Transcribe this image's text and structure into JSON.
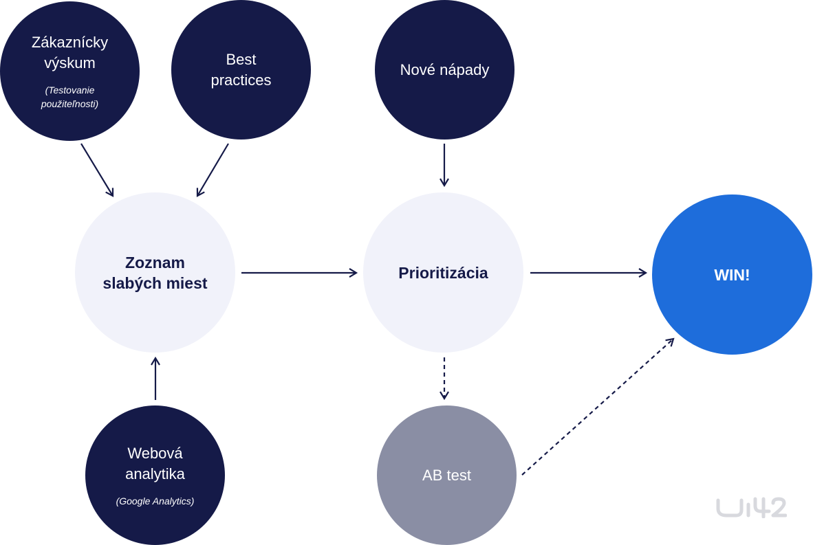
{
  "nodes": {
    "customer_research": {
      "title": "Zákaznícky\nvýskum",
      "subtitle": "(Testovanie\npoužiteľnosti)"
    },
    "best_practices": {
      "title": "Best\npractices"
    },
    "new_ideas": {
      "title": "Nové nápady"
    },
    "weak_points": {
      "title": "Zoznam\nslabých miest"
    },
    "prioritization": {
      "title": "Prioritizácia"
    },
    "win": {
      "title": "WIN!"
    },
    "web_analytics": {
      "title": "Webová\nanalytika",
      "subtitle": "(Google Analytics)"
    },
    "ab_test": {
      "title": "AB test"
    }
  },
  "colors": {
    "dark_navy": "#151a48",
    "light_node": "#f1f2fa",
    "win_blue": "#1e6ddb",
    "ab_gray": "#8a8ea4",
    "logo_gray": "#d8d9de"
  },
  "logo": {
    "icon": "uiux-logo-icon"
  }
}
